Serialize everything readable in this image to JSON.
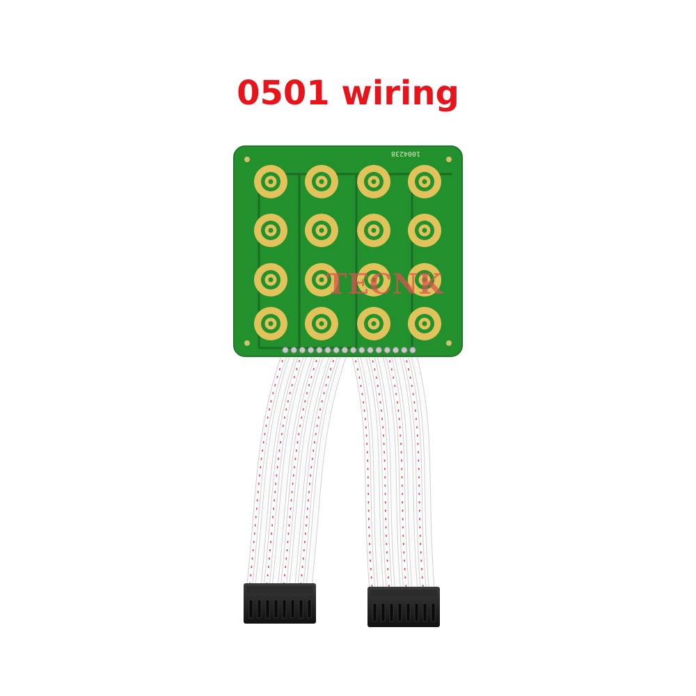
{
  "caption": {
    "text": "0501 wiring",
    "color": "#e8141c"
  },
  "product": {
    "board_marking": "1004238",
    "watermark": "TECNK",
    "keypad_rows": 4,
    "keypad_cols": 4,
    "connectors": 2,
    "wires_per_connector": 8
  },
  "colors": {
    "pcb": "#23902e",
    "pcb_edge": "#1c7a26",
    "gold": "#e2c25a",
    "wire": "#fbfbfb",
    "wire_stripe": "#e23a4a",
    "connector": "#1b1b1b",
    "watermark": "#d9534f"
  }
}
